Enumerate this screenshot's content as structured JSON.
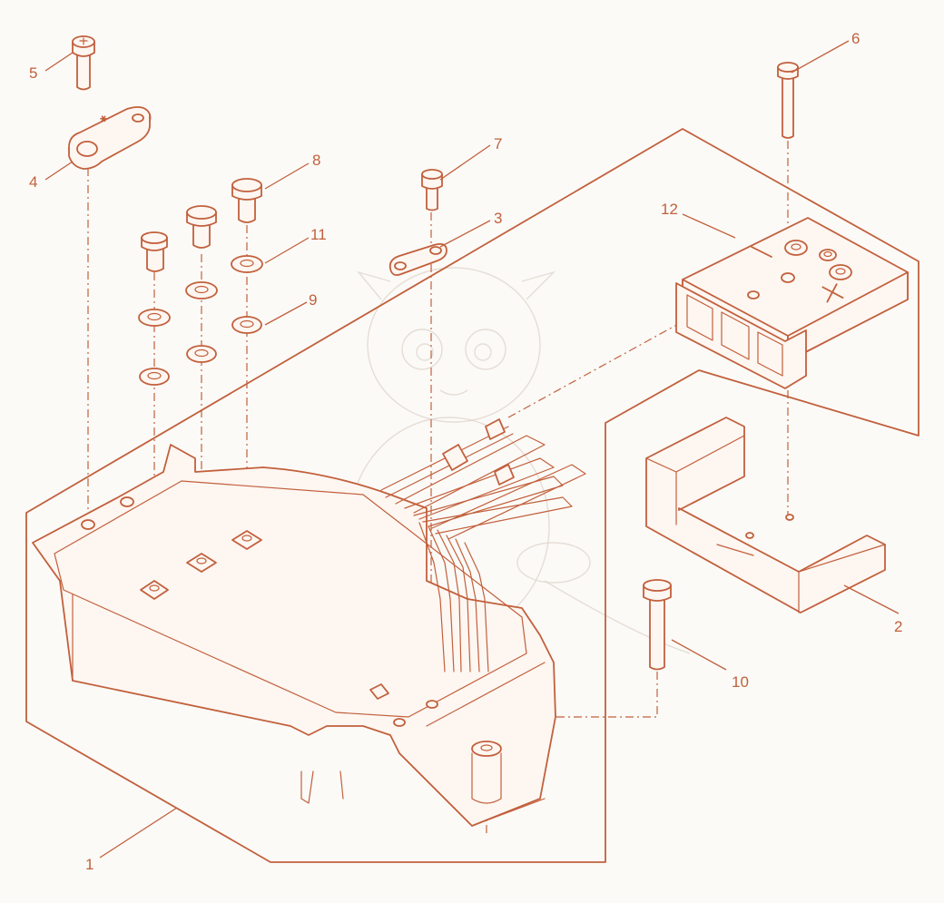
{
  "diagram": {
    "kind": "exploded parts diagram",
    "line_color": "#c2603c",
    "background_color": "#fbfaf7",
    "callouts": [
      "1",
      "2",
      "3",
      "4",
      "5",
      "6",
      "7",
      "8",
      "9",
      "10",
      "11",
      "12"
    ]
  }
}
